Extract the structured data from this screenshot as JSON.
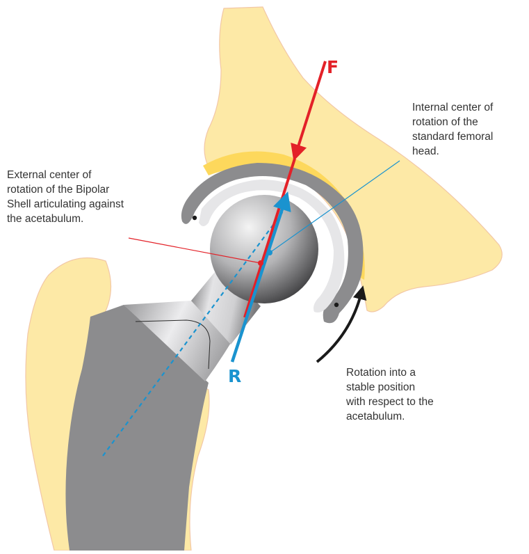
{
  "labels": {
    "external_center": [
      "External center of",
      "rotation of the Bipolar",
      "Shell articulating against",
      "the acetabulum."
    ],
    "internal_center": [
      "Internal center of",
      "rotation of the",
      "standard femoral",
      "head."
    ],
    "rotation": [
      "Rotation into a",
      "stable position",
      "with respect to the",
      "acetabulum."
    ]
  },
  "forces": {
    "applied": {
      "letter": "F",
      "color": "#e32128"
    },
    "reaction": {
      "letter": "R",
      "color": "#1a93cf"
    }
  },
  "colors": {
    "bone": "#fde9a6",
    "bone_outline": "#f2c7a6",
    "cartilage": "#fdd85c",
    "metal": "#8c8c8e",
    "liner": "#e6e6e8",
    "arrow": "#1a1a1a"
  }
}
